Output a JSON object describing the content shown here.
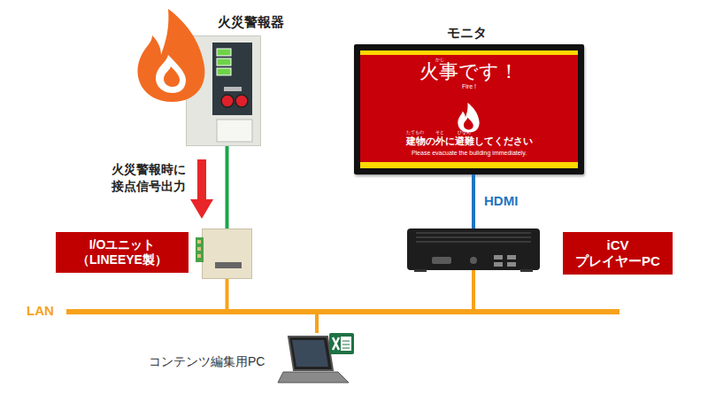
{
  "diagram": {
    "nodes": [
      {
        "text": [
          "火災警報器"
        ]
      },
      {
        "text": [
          "I/Oユニット （LINEEYE製）"
        ]
      },
      {
        "text": [
          "モニタ"
        ]
      },
      {
        "text": [
          "かじ",
          "火事です！",
          "Fire !",
          "たてもの",
          "そと",
          "ひなん",
          "建物の外に避難してください",
          "Please evacuate the building immediately."
        ],
        "in": 2
      },
      {
        "text": [
          "iCV プレイヤーPC"
        ]
      },
      {
        "text": [
          "LAN"
        ]
      },
      {
        "text": [
          "コンテンツ編集用PC"
        ]
      }
    ],
    "edges": [
      {
        "from": 0,
        "to": 1,
        "arrow": "none"
      },
      {
        "from": 4,
        "to": 2,
        "label": "HDMI",
        "arrow": "none"
      },
      {
        "from": 1,
        "to": 5,
        "arrow": "none"
      },
      {
        "from": 4,
        "to": 5,
        "arrow": "none"
      },
      {
        "from": 6,
        "to": 5,
        "arrow": "none"
      }
    ],
    "labels": [
      "火災警報時に 接点信号出力"
    ]
  }
}
